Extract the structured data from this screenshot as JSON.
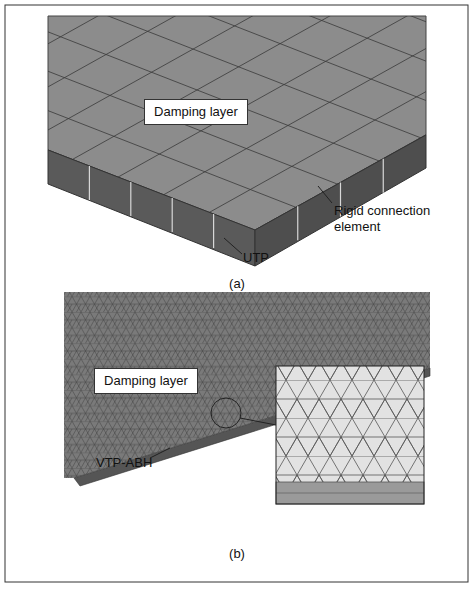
{
  "diagram": {
    "nodes": [
      {
        "text": [
          "Damping layer"
        ]
      },
      {
        "text": [
          "Damping layer"
        ]
      }
    ],
    "edges": [],
    "labels": [
      "Rigid connection element",
      "UTP",
      "(a)",
      "VTP-ABH",
      "(b)"
    ]
  }
}
